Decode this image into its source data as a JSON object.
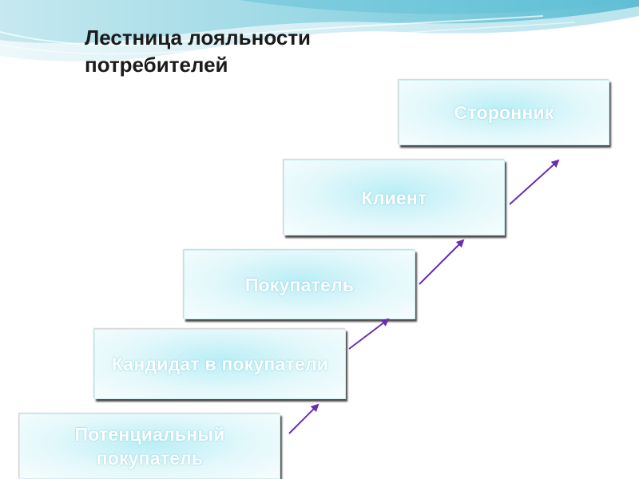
{
  "title": "Лестница лояльности\n потребителей",
  "steps": [
    {
      "label": "Потенциальный покупатель"
    },
    {
      "label": "Кандидат в покупатели"
    },
    {
      "label": "Покупатель"
    },
    {
      "label": "Клиент"
    },
    {
      "label": "Сторонник"
    }
  ],
  "colors": {
    "box_fill": "#e3f8fb",
    "box_glow": "#b9eef6",
    "arrow": "#6a2db0",
    "label": "#ffffff",
    "wave": "#7ccfdf"
  }
}
